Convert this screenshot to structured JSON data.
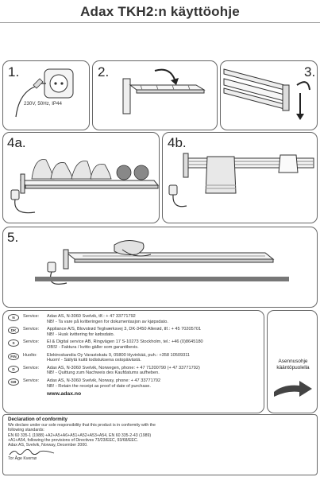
{
  "header": {
    "title": "Adax TKH2:n käyttöohje"
  },
  "steps": {
    "s1": {
      "num": "1.",
      "spec": "230V, 50Hz, IP44"
    },
    "s2": {
      "num": "2."
    },
    "s3": {
      "num": "3."
    },
    "s4a": {
      "num": "4a."
    },
    "s4b": {
      "num": "4b."
    },
    "s5": {
      "num": "5."
    }
  },
  "service": {
    "rows": [
      {
        "code": "N",
        "label": "Service:",
        "line1": "Adax AS, N-3060 Svelvik, tlf.: + 47  33771792",
        "line2": "NB! - Ta vare på kvitteringen for dokumentasjon av kjøpsdato."
      },
      {
        "code": "DK",
        "label": "Service:",
        "line1": "Appliance A/S, Blovstrød Teglværksvej 3, DK-3450 Allerød, tlf.: + 45 70205701",
        "line2": "NB! - Husk kvittering for købsdato."
      },
      {
        "code": "S",
        "label": "Service:",
        "line1": "El & Digital service AB, Ringvägen 17 S-10273 Stockholm, tel.: +46 (0)8645180",
        "line2": "OBS! - Faktura / kvitto gäller som garantibevis."
      },
      {
        "code": "FIN",
        "label": "Huolto:",
        "line1": "Elektroskandia Oy Varastokatu 9, 05800 Hyvinkää, puh.: +358 10509311",
        "line2": "Huom! - Säilytä kuitti todistuksena ostopäivästä."
      },
      {
        "code": "D",
        "label": "Service:",
        "line1": "Adax AS, N-3060 Svelvik, Norwegen, phone: + 47 71200790 (+ 47 33771792)",
        "line2": "NB! - Quittung zum Nachweis des Kaufdatums aufheben."
      },
      {
        "code": "GB",
        "label": "Service:",
        "line1": "Adax AS, N-3060 Svelvik, Norway,  phone: + 47 33771792",
        "line2": "NB! - Retain the receipt as proof of date of purchase."
      }
    ],
    "website": "www.adax.no"
  },
  "reverse": {
    "line1": "Asennusohje",
    "line2": "kääntöpuolella"
  },
  "declaration": {
    "title": "Declaration of conformity",
    "line1": "We declare under our sole responsibility that this product is in conformity with the",
    "line2": "following standards:",
    "line3": "EN 60 335-1 (1988) +A2+A5+A6+A51+A52+A53+A54, EN 60 335-2-43 (1989)",
    "line4": "+A1+A54, following the provisions of Directives 73/23/EEC, 93/68/EEC.",
    "line5": "Adax AS, Svelvik, Norway, December 2000.",
    "signer": "Tor Åge Kvernø"
  }
}
